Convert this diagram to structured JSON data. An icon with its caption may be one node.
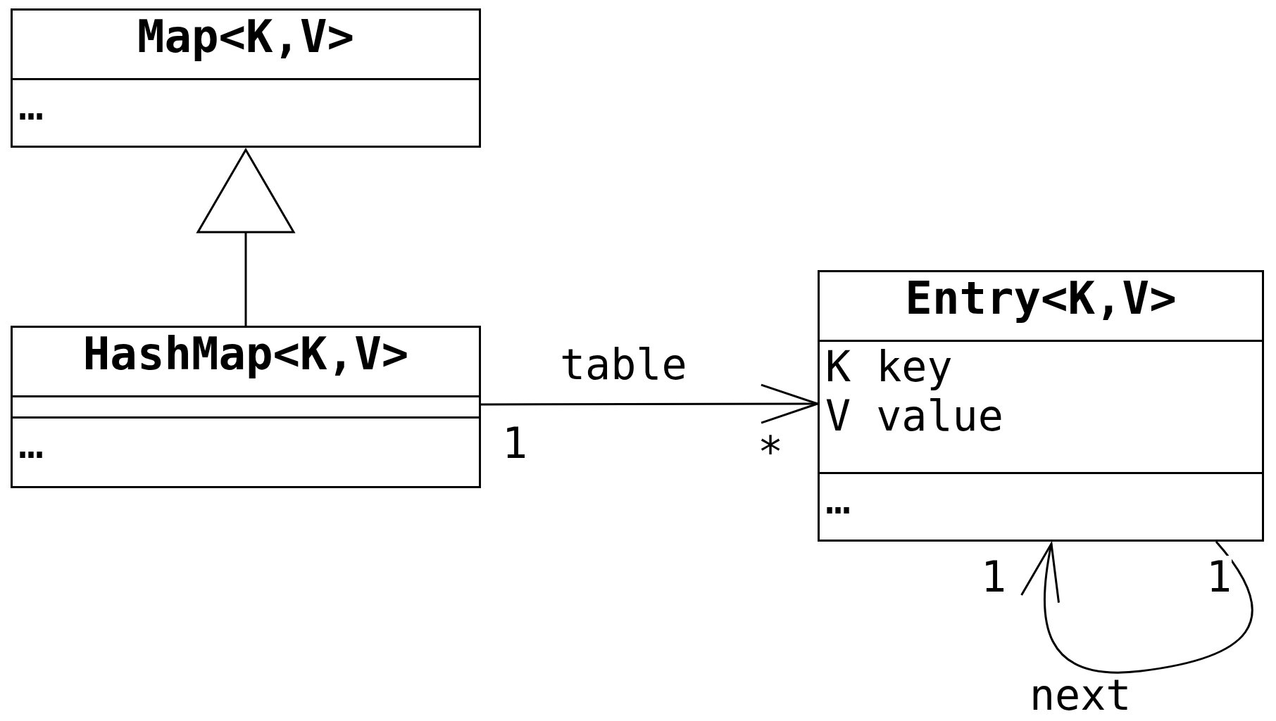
{
  "diagram": {
    "nodes": [
      {
        "text": [
          "Map<K,V>",
          "…"
        ]
      },
      {
        "text": [
          "HashMap<K,V>",
          "…"
        ]
      },
      {
        "text": [
          "Entry<K,V>",
          "K key",
          "V value",
          "…"
        ]
      }
    ],
    "edges": [
      {
        "from": 1,
        "to": 0,
        "arrow": "to"
      },
      {
        "from": 1,
        "to": 2,
        "arrow": "to",
        "label": "table"
      },
      {
        "from": 2,
        "to": 2,
        "arrow": "to",
        "label": "next"
      }
    ],
    "labels": [
      "1",
      "*",
      "1",
      "1"
    ]
  }
}
